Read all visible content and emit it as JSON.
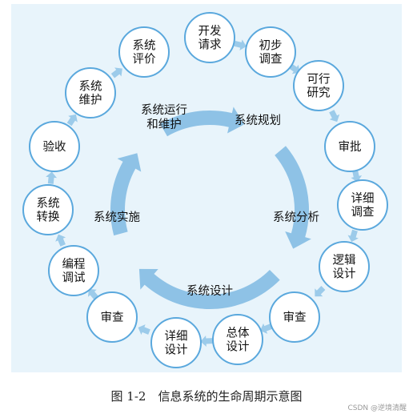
{
  "nodes": [
    {
      "lines": [
        "开发",
        "请求"
      ]
    },
    {
      "lines": [
        "初步",
        "调查"
      ]
    },
    {
      "lines": [
        "可行",
        "研究"
      ]
    },
    {
      "lines": [
        "审批"
      ]
    },
    {
      "lines": [
        "详细",
        "调查"
      ]
    },
    {
      "lines": [
        "逻辑",
        "设计"
      ]
    },
    {
      "lines": [
        "审查"
      ]
    },
    {
      "lines": [
        "总体",
        "设计"
      ]
    },
    {
      "lines": [
        "详细",
        "设计"
      ]
    },
    {
      "lines": [
        "审查"
      ]
    },
    {
      "lines": [
        "编程",
        "调试"
      ]
    },
    {
      "lines": [
        "系统",
        "转换"
      ]
    },
    {
      "lines": [
        "验收"
      ]
    },
    {
      "lines": [
        "系统",
        "维护"
      ]
    },
    {
      "lines": [
        "系统",
        "评价"
      ]
    }
  ],
  "phases": [
    {
      "lines": [
        "系统运行",
        "和维护"
      ]
    },
    {
      "lines": [
        "系统规划"
      ]
    },
    {
      "lines": [
        "系统分析"
      ]
    },
    {
      "lines": [
        "系统设计"
      ]
    },
    {
      "lines": [
        "系统实施"
      ]
    }
  ],
  "caption": "图 1-2　信息系统的生命周期示意图",
  "watermark": "CSDN @逆境清醒",
  "colors": {
    "panel": "#e8f4fb",
    "circle_stroke": "#5aa8dd",
    "arrow": "#8ec2e6"
  }
}
